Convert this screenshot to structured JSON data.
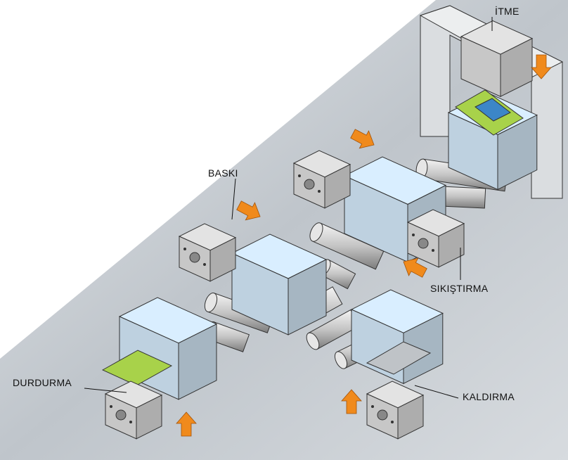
{
  "labels": {
    "push": "İTME",
    "press": "BASKI",
    "clamp": "SIKIŞTIRMA",
    "stop": "DURDURMA",
    "lift": "KALDIRMA"
  },
  "colors": {
    "conveyor": "#c9ced3",
    "workpiece": "#cfe3f3",
    "cylinder_body": "#d8d8d8",
    "arrow": "#f08a1c",
    "stopper_plate": "#a8d24a",
    "pusher_pad": "#3c86c8"
  }
}
